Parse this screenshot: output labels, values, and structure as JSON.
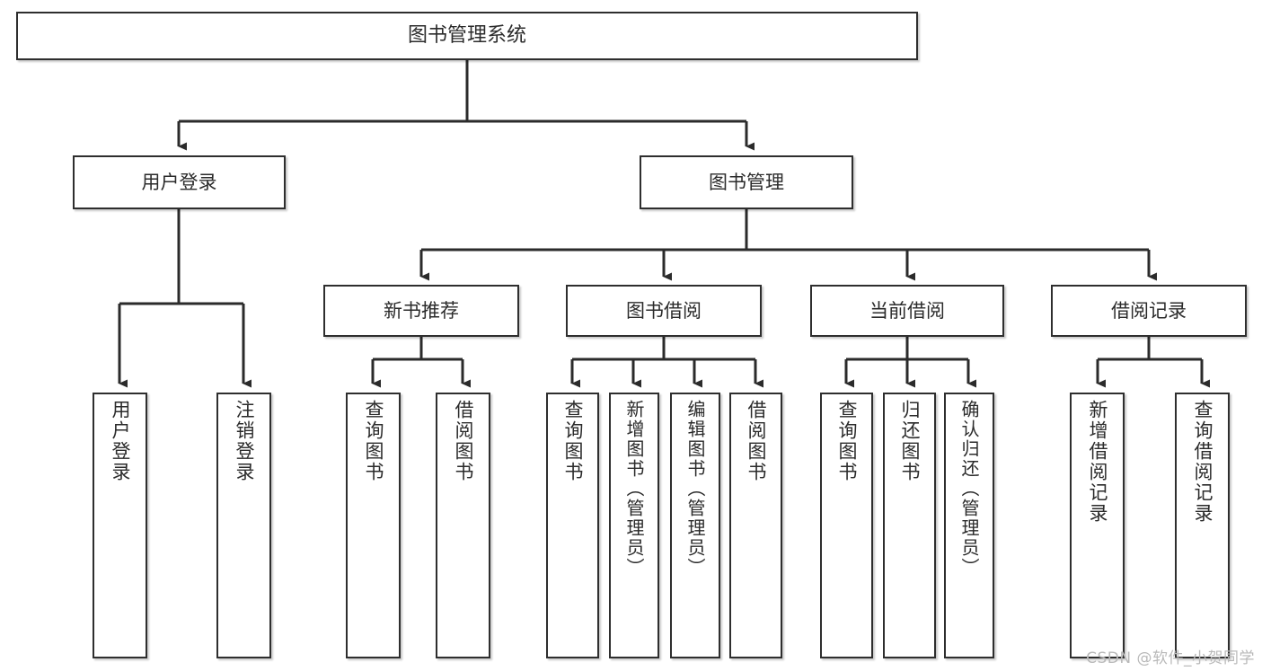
{
  "diagram": {
    "title": "图书管理系统",
    "type": "tree-hierarchy-chart",
    "watermark": "CSDN @软件_小贺同学",
    "colors": {
      "background": "#ffffff",
      "box_border": "#2e2e2e",
      "box_fill": "#ffffff",
      "connector": "#2b2b2b",
      "text": "#2b2b2b",
      "watermark": "#b9b9b9"
    },
    "levels": {
      "level1": [
        {
          "id": "root",
          "label": "图书管理系统"
        }
      ],
      "level2": [
        {
          "id": "user-login",
          "label": "用户登录"
        },
        {
          "id": "book-manage",
          "label": "图书管理"
        }
      ],
      "level3": [
        {
          "id": "new-book-recommend",
          "label": "新书推荐"
        },
        {
          "id": "book-borrow",
          "label": "图书借阅"
        },
        {
          "id": "current-borrow",
          "label": "当前借阅"
        },
        {
          "id": "borrow-record",
          "label": "借阅记录"
        }
      ],
      "level4": [
        {
          "id": "leaf-user-login",
          "label": "用户登录",
          "parent": "user-login"
        },
        {
          "id": "leaf-logout",
          "label": "注销登录",
          "parent": "user-login"
        },
        {
          "id": "leaf-query-book-1",
          "label": "查询图书",
          "parent": "new-book-recommend"
        },
        {
          "id": "leaf-borrow-book-1",
          "label": "借阅图书",
          "parent": "new-book-recommend"
        },
        {
          "id": "leaf-query-book-2",
          "label": "查询图书",
          "parent": "book-borrow"
        },
        {
          "id": "leaf-add-book",
          "label": "新增图书（管理员）",
          "parent": "book-borrow"
        },
        {
          "id": "leaf-edit-book",
          "label": "编辑图书（管理员）",
          "parent": "book-borrow"
        },
        {
          "id": "leaf-borrow-book-2",
          "label": "借阅图书",
          "parent": "book-borrow"
        },
        {
          "id": "leaf-query-book-3",
          "label": "查询图书",
          "parent": "current-borrow"
        },
        {
          "id": "leaf-return-book",
          "label": "归还图书",
          "parent": "current-borrow"
        },
        {
          "id": "leaf-confirm-return",
          "label": "确认归还（管理员）",
          "parent": "current-borrow"
        },
        {
          "id": "leaf-add-record",
          "label": "新增借阅记录",
          "parent": "borrow-record"
        },
        {
          "id": "leaf-query-record",
          "label": "查询借阅记录",
          "parent": "borrow-record"
        }
      ]
    }
  }
}
